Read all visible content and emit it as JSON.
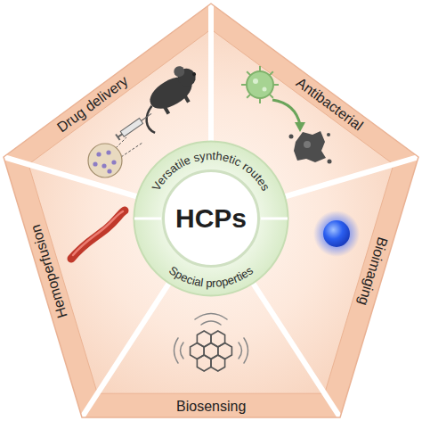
{
  "diagram": {
    "nodes": [
      {
        "text": [
          "Versatile synthetic routes",
          "Special properties"
        ]
      },
      {
        "text": [
          "HCPs"
        ],
        "in": 0
      },
      {
        "text": [
          "Drug delivery"
        ]
      },
      {
        "text": [
          "Antibacterial"
        ]
      },
      {
        "text": [
          "Bioimaging"
        ]
      },
      {
        "text": [
          "Biosensing"
        ]
      },
      {
        "text": [
          "Hemoperfusion"
        ]
      }
    ]
  }
}
